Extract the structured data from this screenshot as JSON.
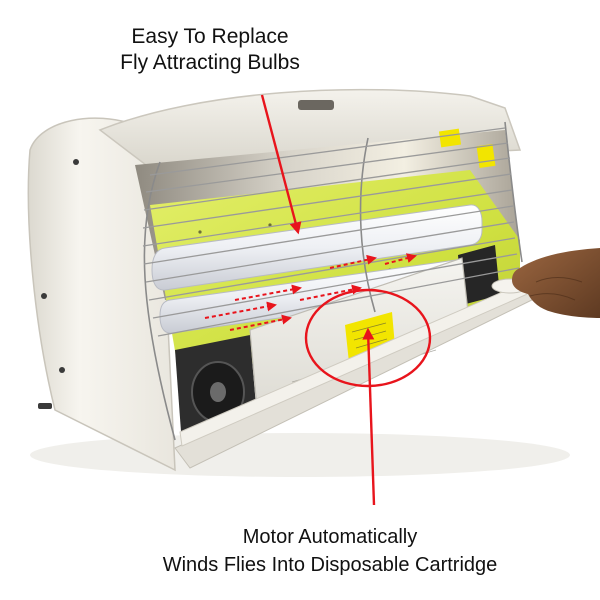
{
  "annotations": {
    "top": {
      "line1": "Easy To Replace",
      "line2": "Fly Attracting Bulbs"
    },
    "bottom": {
      "line1": "Motor Automatically",
      "line2": "Winds Flies Into Disposable Cartridge"
    }
  },
  "colors": {
    "annotation": "#e8141c",
    "housing": "#f4f2ec",
    "glue_board": "#d6e84a",
    "label_sticker": "#f2e500"
  },
  "icons": [
    "fly-trap-unit",
    "uv-bulb",
    "wire-guard",
    "glue-cartridge",
    "motor",
    "hand"
  ]
}
